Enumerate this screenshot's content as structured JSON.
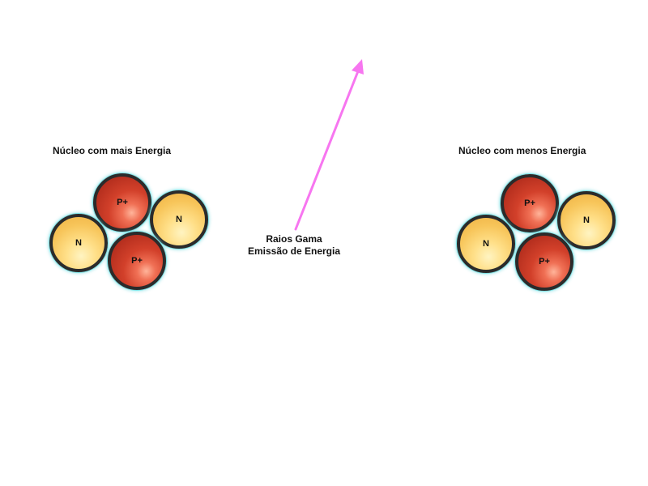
{
  "left": {
    "title": "Núcleo com mais Energia",
    "particles": [
      "P+",
      "N",
      "N",
      "P+"
    ]
  },
  "right": {
    "title": "Núcleo com menos Energia",
    "particles": [
      "P+",
      "N",
      "N",
      "P+"
    ]
  },
  "emission": {
    "line1": "Raios Gama",
    "line2": "Emissão de Energia",
    "arrow_color": "#f776f0"
  },
  "colors": {
    "proton": "#c8382a",
    "neutron": "#f8c75c",
    "outline": "#2b2b2b",
    "glow": "#7fe3e6"
  }
}
